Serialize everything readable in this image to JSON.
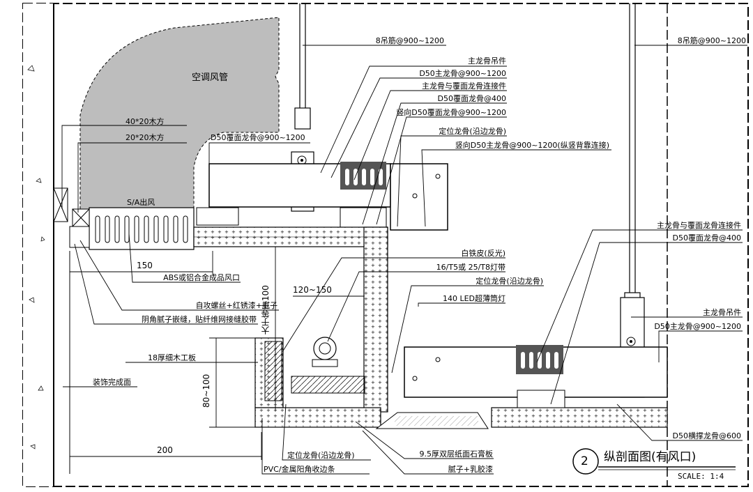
{
  "drawing": {
    "title": "纵剖面图(有风口)",
    "number": "2",
    "scale": "SCALE: 1:4"
  },
  "labels": {
    "duct": "空调风管",
    "sa_outlet": "S/A出风",
    "wood_40": "40*20木方",
    "wood_20": "20*20木方",
    "hanger_left": "8吊筋@900~1200",
    "hanger_right": "8吊筋@900~1200",
    "main_hanger_left": "主龙骨吊件",
    "main_d50_left": "D50主龙骨@900~1200",
    "connector_left": "主龙骨与覆面龙骨连接件",
    "cover_d50_400_left": "D50覆面龙骨@400",
    "vertical_cover": "竖向D50覆面龙骨@900~1200",
    "edge_keel_top": "定位龙骨(沿边龙骨)",
    "vertical_main": "竖向D50主龙骨@900~1200(纵竖背靠连接)",
    "cover_d50_left_box": "D50覆面龙骨@900~1200",
    "dim_150": "150",
    "abs_outlet": "ABS或铝合金成品风口",
    "screw": "自攻螺丝+红锈漆+腻子",
    "corner_putty": "阴角腻子嵌缝，贴纤维网接缝胶带",
    "dim_gt100": "大于等于100",
    "dim_120_150": "120~150",
    "white_iron": "白铁皮(反光)",
    "lamp_strip": "16/T5或  25/T8灯带",
    "edge_keel_mid": "定位龙骨(沿边龙骨)",
    "led": "140 LED超薄筒灯",
    "plywood": "18厚细木工板",
    "finish_face": "装饰完成面",
    "dim_80_100": "80~100",
    "dim_200": "200",
    "edge_keel_bottom": "定位龙骨(沿边龙骨)",
    "gypsum": "9.5厚双层纸面石膏板",
    "pvc_edge": "PVC/金属阳角收边条",
    "putty_paint": "腻子+乳胶漆",
    "connector_right": "主龙骨与覆面龙骨连接件",
    "cover_d50_400_right": "D50覆面龙骨@400",
    "main_hanger_right": "主龙骨吊件",
    "main_d50_right": "D50主龙骨@900~1200",
    "cross_brace": "D50横撑龙骨@600"
  }
}
